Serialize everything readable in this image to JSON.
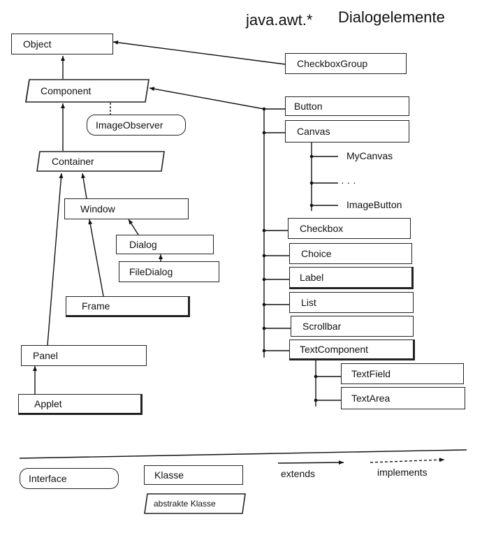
{
  "title": {
    "package": "java.awt.*",
    "topic": "Dialogelemente"
  },
  "classes": {
    "object": "Object",
    "checkbox_group": "CheckboxGroup",
    "component": "Component",
    "image_observer": "ImageObserver",
    "container": "Container",
    "window": "Window",
    "dialog": "Dialog",
    "file_dialog": "FileDialog",
    "frame": "Frame",
    "panel": "Panel",
    "applet": "Applet",
    "button": "Button",
    "canvas": "Canvas",
    "my_canvas": "MyCanvas",
    "ellipsis": "· · ·",
    "image_button": "ImageButton",
    "checkbox": "Checkbox",
    "choice": "Choice",
    "label": "Label",
    "list": "List",
    "scrollbar": "Scrollbar",
    "text_component": "TextComponent",
    "text_field": "TextField",
    "text_area": "TextArea"
  },
  "legend": {
    "interface": "Interface",
    "class": "Klasse",
    "abstract_class": "abstrakte Klasse",
    "extends": "extends",
    "implements": "implements"
  }
}
